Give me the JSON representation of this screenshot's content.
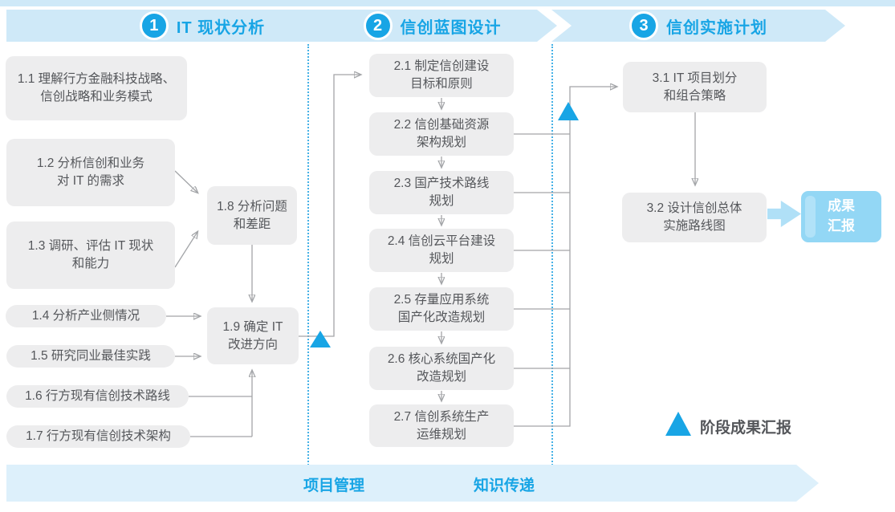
{
  "colors": {
    "accent": "#18a5e5",
    "banner_bg": "#cfe9f8",
    "bottom_banner_bg": "#ddf0fb",
    "box_bg": "#ededee",
    "box_text": "#55575b",
    "line": "#a3a5a8",
    "outcome_bg": "#93d7f5",
    "flow_arrow": "#b0e0f7"
  },
  "banners": [
    {
      "number": "1",
      "title": "IT 现状分析"
    },
    {
      "number": "2",
      "title": "信创蓝图设计"
    },
    {
      "number": "3",
      "title": "信创实施计划"
    }
  ],
  "phase1": {
    "b11": {
      "label": "1.1 理解行方金融科技战略、\n信创战略和业务模式"
    },
    "b12": {
      "label": "1.2 分析信创和业务\n对 IT 的需求"
    },
    "b13": {
      "label": "1.3 调研、评估 IT 现状\n和能力"
    },
    "b14": {
      "label": "1.4 分析产业侧情况"
    },
    "b15": {
      "label": "1.5 研究同业最佳实践"
    },
    "b16": {
      "label": "1.6 行方现有信创技术路线"
    },
    "b17": {
      "label": "1.7 行方现有信创技术架构"
    },
    "b18": {
      "label": "1.8 分析问题\n和差距"
    },
    "b19": {
      "label": "1.9 确定 IT\n改进方向"
    }
  },
  "phase2": {
    "b21": {
      "label": "2.1 制定信创建设\n目标和原则"
    },
    "b22": {
      "label": "2.2 信创基础资源\n架构规划"
    },
    "b23": {
      "label": "2.3 国产技术路线\n规划"
    },
    "b24": {
      "label": "2.4 信创云平台建设\n规划"
    },
    "b25": {
      "label": "2.5 存量应用系统\n国产化改造规划"
    },
    "b26": {
      "label": "2.6 核心系统国产化\n改造规划"
    },
    "b27": {
      "label": "2.7 信创系统生产\n运维规划"
    }
  },
  "phase3": {
    "b31": {
      "label": "3.1 IT 项目划分\n和组合策略"
    },
    "b32": {
      "label": "3.2 设计信创总体\n实施路线图"
    }
  },
  "outcome": {
    "label": "成果\n汇报"
  },
  "legend": {
    "label": "阶段成果汇报"
  },
  "bottom": {
    "left_label": "项目管理",
    "right_label": "知识传递"
  }
}
